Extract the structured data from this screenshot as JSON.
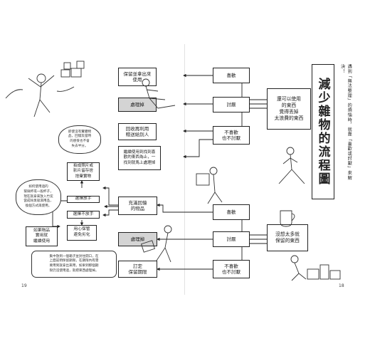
{
  "title": "減少雜物的流程圖",
  "subtitle": "遇到「無法整理」的煩惱時，就靠「喜歡或討厭」來解決！",
  "page_numbers": {
    "left": "19",
    "right": "18"
  },
  "start_nodes": {
    "top": "還可以使用\n的東西\n覺得丟掉\n太浪費的東西",
    "bottom": "沒想太多就\n保留的東西"
  },
  "branches_top": {
    "like": "喜歡",
    "hate": "討厭",
    "neither": "不喜歡\n也不討厭"
  },
  "branches_bottom": {
    "like": "喜歡",
    "hate": "討厭",
    "neither": "不喜歡\n也不討厭"
  },
  "actions": {
    "keep_use": "保留並拿出來\n使用",
    "dispose_top": "處理掉",
    "recycle": "回收再利用\n贈送給別人",
    "keep_using": "繼續使用到找到喜\n歡的東西為止，一\n找到就馬上處理掉",
    "memories": "充滿回憶\n的物品",
    "dispose_bottom": "處理掉",
    "set_deadline": "訂定\n保留期限",
    "photo_save": "拍成照片或\n影片留存捨\n捨棄實物",
    "choose_let_go": "選擇放手",
    "choose_keep": "選擇不放手",
    "careful_store": "用心保管\n避免劣化",
    "use_if_practical": "如果物品\n實用就\n繼續使用"
  },
  "notes": {
    "digital": "即使沒有實體物\n品，回憶及當時\n的感受也不會\n失去半分。",
    "fresh": "如何使用過的\n玻璃杯或一般杯子，\n現在就拿來放入竹炭\n當成除臭吸濕用品，\n換個方式再使用。",
    "deadline": "集中放到一個箱子並封住開口，在\n上面註明保留期限，在期限內有需\n要用到就拿出來用，如果到那個期\n限仍沒使用過，就把東西處理掉。"
  }
}
